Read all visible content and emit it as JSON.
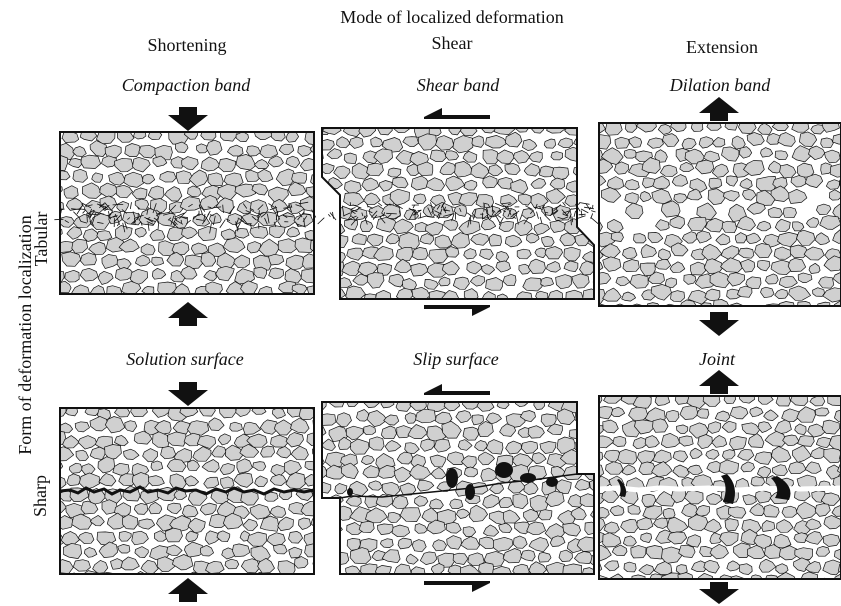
{
  "header": {
    "title": "Mode of localized deformation",
    "columns": [
      "Shortening",
      "Shear",
      "Extension"
    ]
  },
  "axis": {
    "label": "Form of deformation localization",
    "rows": [
      "Tabular",
      "Sharp"
    ]
  },
  "panels": {
    "compaction_band": "Compaction band",
    "shear_band": "Shear band",
    "dilation_band": "Dilation band",
    "solution_surface": "Solution surface",
    "slip_surface": "Slip surface",
    "joint": "Joint"
  },
  "colors": {
    "grain": "#d0d0d0",
    "ink": "#111111",
    "paper": "#ffffff"
  }
}
